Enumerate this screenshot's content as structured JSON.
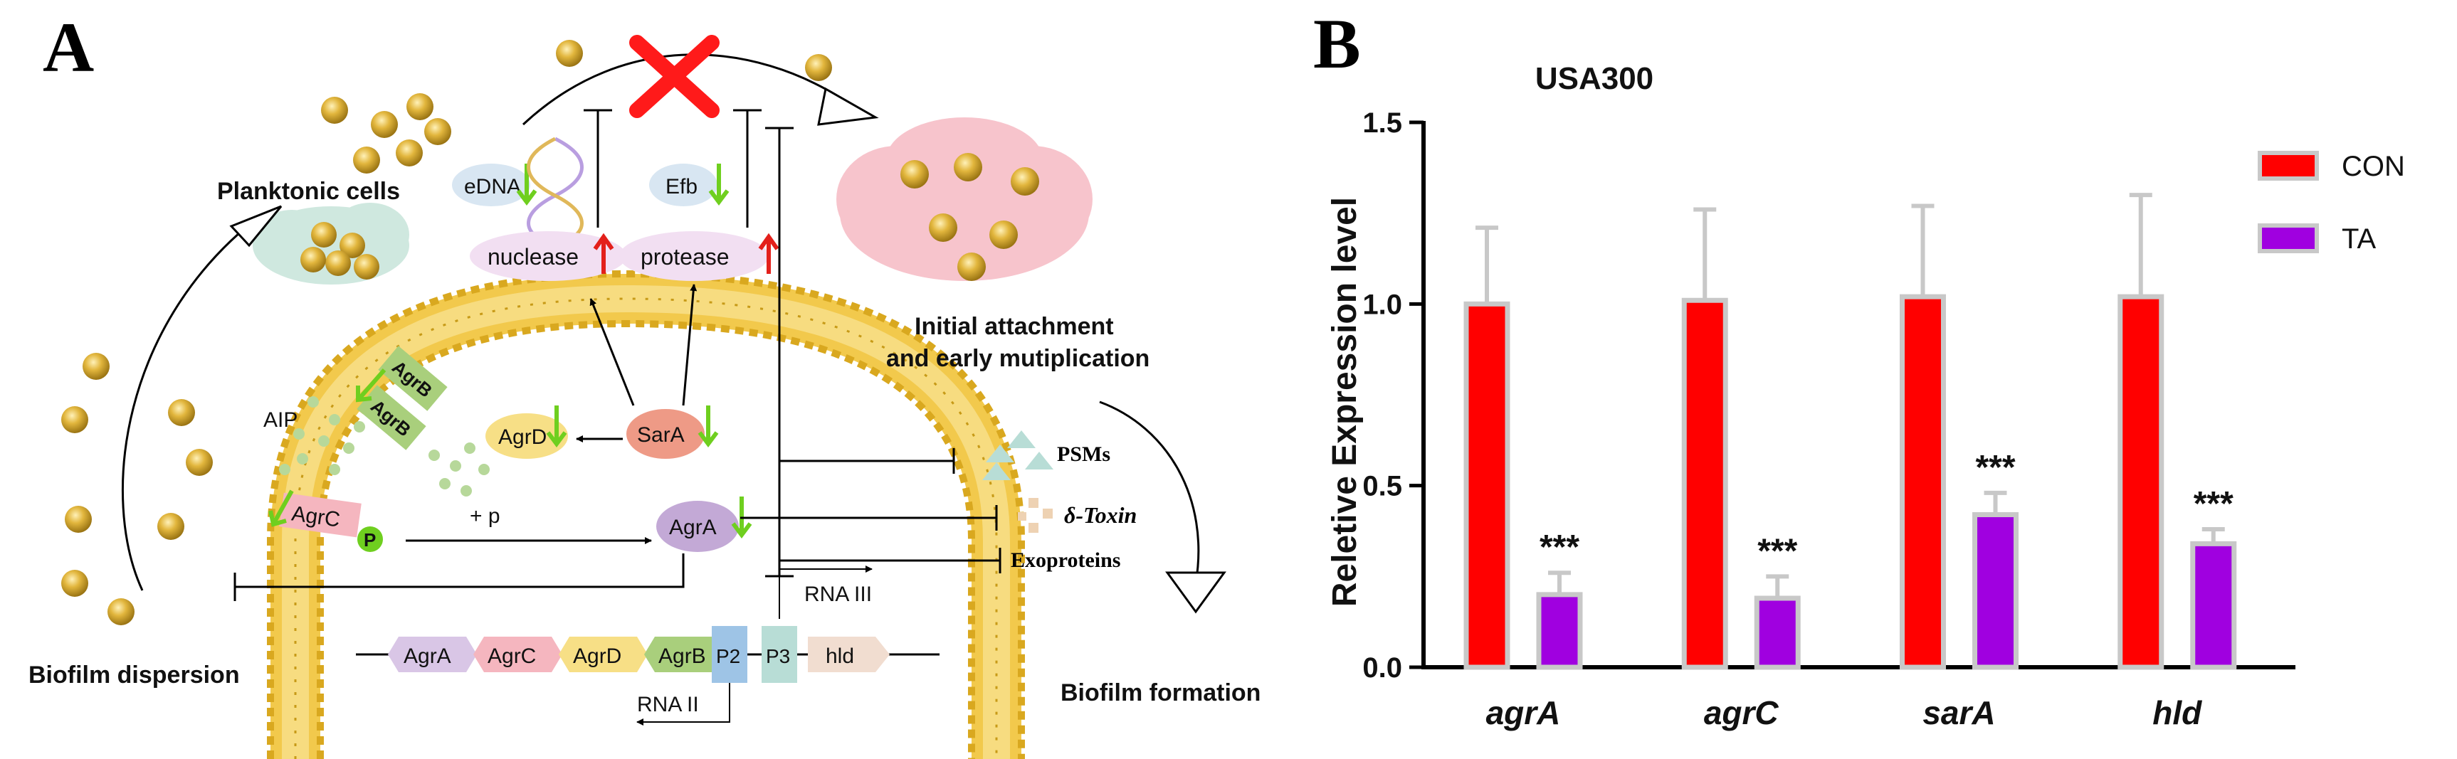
{
  "panels": {
    "a_letter": "A",
    "b_letter": "B"
  },
  "diagram": {
    "planktonic": "Planktonic cells",
    "initial_line1": "Initial attachment",
    "initial_line2": "and early mutiplication",
    "biofilm_dispersion": "Biofilm dispersion",
    "biofilm_formation": "Biofilm formation",
    "edna": "eDNA",
    "efb": "Efb",
    "nuclease": "nuclease",
    "protease": "protease",
    "aip": "AIP",
    "agrb1": "AgrB",
    "agrb2": "AgrB",
    "agrd": "AgrD",
    "sara": "SarA",
    "agrc": "AgrC",
    "p": "P",
    "plus_p": "+ p",
    "agra": "AgrA",
    "psms": "PSMs",
    "dtoxin": "δ-Toxin",
    "exoproteins": "Exoproteins",
    "rna3": "RNA III",
    "rna2": "RNA II",
    "operon": [
      "AgrA",
      "AgrC",
      "AgrD",
      "AgrB",
      "P2",
      "P3",
      "hld"
    ],
    "colors": {
      "down_arrow": "#6fcf1f",
      "up_arrow": "#e3201b",
      "cross": "#ff1a1a",
      "membrane": "#f2c94c",
      "cell": "#d4a62a"
    }
  },
  "chart_data": {
    "type": "bar",
    "title": "USA300",
    "ylabel": "Reletive Expression level",
    "xlabel": "",
    "categories": [
      "agrA",
      "agrC",
      "sarA",
      "hld"
    ],
    "ylim": [
      0,
      1.5
    ],
    "yticks": [
      "0.0",
      "0.5",
      "1.0",
      "1.5"
    ],
    "legend_position": "top-right",
    "series": [
      {
        "name": "CON",
        "color": "#ff0000",
        "values": [
          1.0,
          1.01,
          1.02,
          1.02
        ],
        "errors": [
          0.21,
          0.25,
          0.25,
          0.28
        ]
      },
      {
        "name": "TA",
        "color": "#a000e0",
        "values": [
          0.2,
          0.19,
          0.42,
          0.34
        ],
        "errors": [
          0.06,
          0.06,
          0.06,
          0.04
        ]
      }
    ],
    "annotations": [
      "***",
      "***",
      "***",
      "***"
    ]
  }
}
